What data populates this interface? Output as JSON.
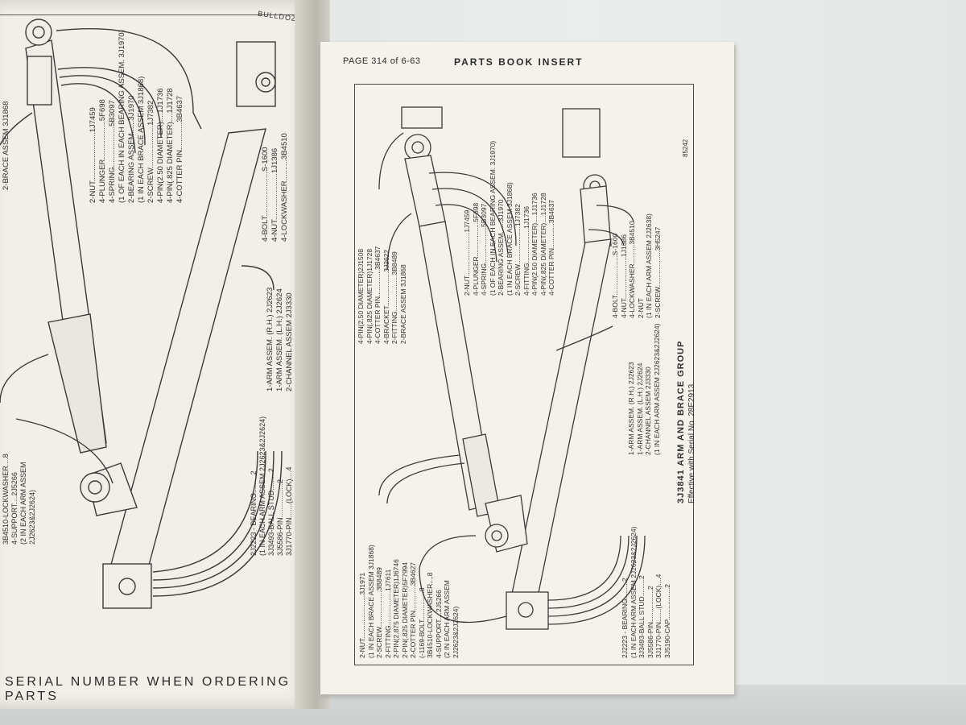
{
  "left_page": {
    "header_fragment": "BULLDOZER",
    "footer": "SERIAL NUMBER WHEN ORDERING PARTS",
    "callouts": [
      "2-NUT.......................1J7459",
      "4-PLUNGER..................5F698",
      "4-SPRING...................5B3097",
      "(1 OF EACH IN EACH BEARING ASSEM. 3J1970)",
      "2-BEARING ASSEM......3J1970",
      "(1 IN EACH BRACE ASSEM 3J1868)",
      "2-SCREW....................1J7382",
      "4-PIN(2.50 DIAMETER)....1J1736",
      "4-PIN(.825 DIAMETER)....1J1728",
      "4-COTTER PIN.............3B4637",
      "2-BRACE ASSEM 3J1868",
      "4-BOLT.....................S-1600",
      "4-NUT......................1J1386",
      "4-LOCKWASHER..........3B4510",
      "1-ARM ASSEM. (R.H.) 2J2623",
      "1-ARM ASSEM. (L.H.) 2J2624",
      "2-CHANNEL ASSEM 2J3330",
      "2J2223 - BEARING.........2",
      "(1 IN EACH ARM ASSEM 2J2623&2J2624)",
      "3J3493-BALL STUD.........2",
      "3J5586-PIN.................2",
      "3J1770-PIN.......(LOCK)....4",
      "3B4510-LOCKWASHER....8",
      "4-SUPPORT....2J5266",
      "(2 IN EACH ARM ASSEM",
      "2J2623&2J2624)"
    ]
  },
  "right_page": {
    "page_number": "PAGE 314 of 6-63",
    "title": "PARTS BOOK INSERT",
    "image_code": "85242",
    "group_title": "3J3841 ARM AND BRACE GROUP",
    "effective": "Effective with Serial No. 28E2913",
    "callouts_left": [
      "4-PIN(2.50 DIAMETER)2J1508",
      "4-PIN(.825 DIAMETER)1J1728",
      "4-COTTER PIN..............3B4637",
      "4-BRACKET..................3J2622",
      "2-FITTING...................3B8489",
      "2-BRACE ASSEM 3J1868"
    ],
    "callouts_mid": [
      "2-NUT.......................1J7459",
      "4-PLUNGER..................5F698",
      "4-SPRING...................5B3097",
      "(1 OF EACH IN EACH BEARING ASSEM. 3J1970)",
      "2-BEARING ASSEM......3J1970",
      "(1 IN EACH BRACE ASSEM 3J1868)",
      "2-SCREW....................1J7382",
      "4-FITTING..................1J1736",
      "4-PIN(2.50 DIAMETER)....1J1736",
      "4-PIN(.825 DIAMETER)....1J1728",
      "4-COTTER PIN.............3B4637"
    ],
    "callouts_right": [
      "4-BOLT.....................S-1600",
      "4-NUT......................1J1386",
      "4-LOCKWASHER..........3B4510",
      "2-NUT",
      "(1 IN EACH ARM ASSEM 2J2638)",
      "2-SCREW...................3H5247"
    ],
    "callouts_arm": [
      "1-ARM ASSEM. (R.H.) 2J2623",
      "1-ARM ASSEM. (L.H.) 2J2624",
      "2-CHANNEL ASSEM 2J3330",
      "(1 IN EACH ARM ASSEM 2J2623&2J2624)"
    ],
    "callouts_bottom_left": [
      "2-NUT.......................3J1971",
      "(1 IN EACH BRACE ASSEM 3J1868)",
      "2-SCREW...................3B8489",
      "2-FITTING..................1J7611",
      "2-PIN(2.875 DIAMETER)1J6746",
      "2-PIN(.825 DIAMETER)5F7994",
      "2-COTTER PIN.............3B4627",
      "(-1169-BOLT...............8",
      "3B4510-LOCKWASHER....8",
      "4-SUPPORT....2J5266",
      "(2 IN EACH ARM ASSEM",
      "2J2623&2J2624)"
    ],
    "callouts_bottom_right": [
      "2J2223 - BEARING.........2",
      "(1 IN EACH ARM ASSEM 2J2623&2J2624)",
      "3J3493-BALL STUD.........2",
      "3J5586-PIN.................2",
      "3J1770-PIN.......(LOCK)....4",
      "3J5190-CAP.................2"
    ]
  }
}
